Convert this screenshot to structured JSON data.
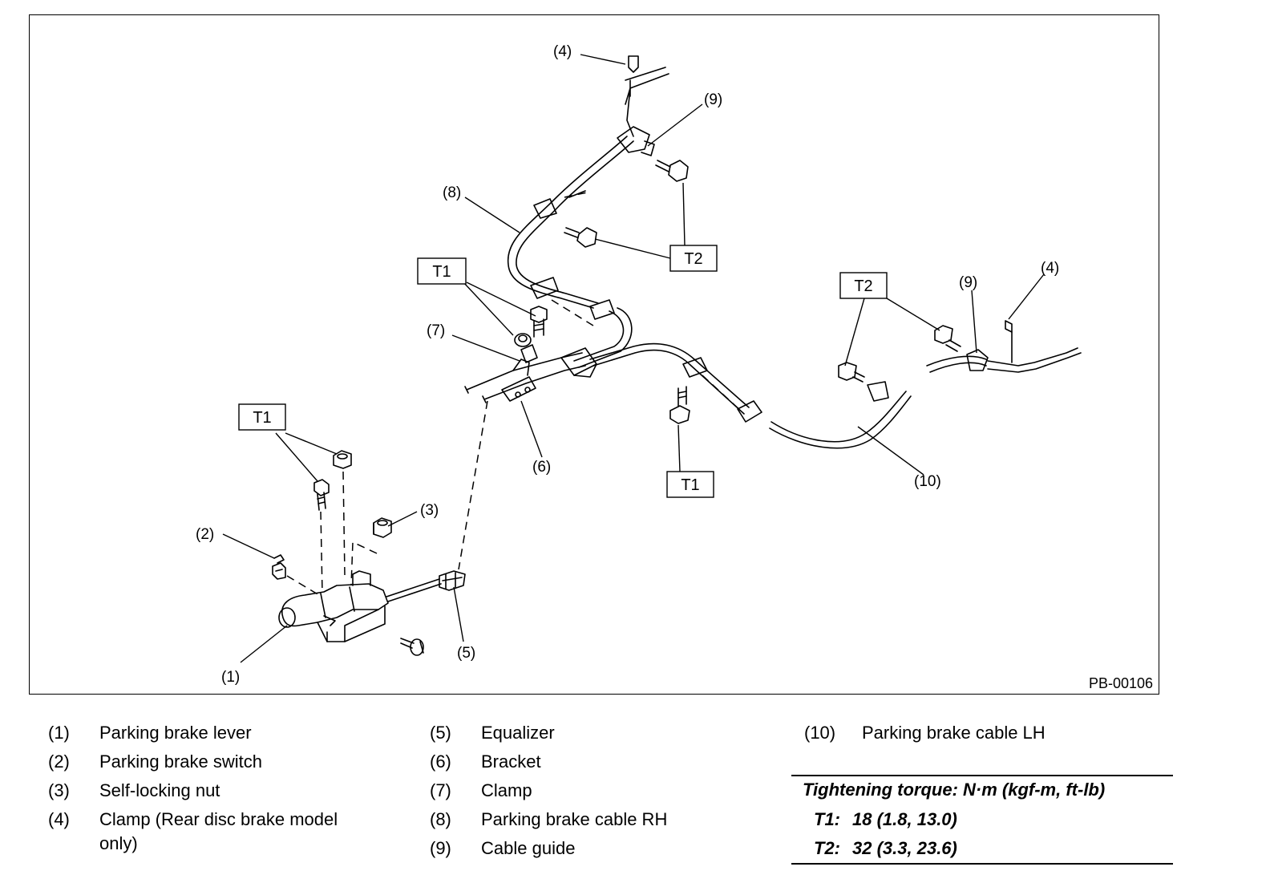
{
  "diagram": {
    "drawing_id": "PB-00106",
    "callouts": {
      "c1": "(1)",
      "c2": "(2)",
      "c3": "(3)",
      "c4a": "(4)",
      "c4b": "(4)",
      "c5": "(5)",
      "c6": "(6)",
      "c7": "(7)",
      "c8": "(8)",
      "c9a": "(9)",
      "c9b": "(9)",
      "c10": "(10)"
    },
    "torque_tags": {
      "t1_left": "T1",
      "t1_center": "T1",
      "t1_bottom": "T1",
      "t2_top": "T2",
      "t2_right": "T2"
    }
  },
  "legend": {
    "items": [
      {
        "num": "(1)",
        "text": "Parking brake lever"
      },
      {
        "num": "(2)",
        "text": "Parking brake switch"
      },
      {
        "num": "(3)",
        "text": "Self-locking nut"
      },
      {
        "num": "(4)",
        "text": "Clamp (Rear disc brake model only)"
      },
      {
        "num": "(5)",
        "text": "Equalizer"
      },
      {
        "num": "(6)",
        "text": "Bracket"
      },
      {
        "num": "(7)",
        "text": "Clamp"
      },
      {
        "num": "(8)",
        "text": "Parking brake cable RH"
      },
      {
        "num": "(9)",
        "text": "Cable guide"
      },
      {
        "num": "(10)",
        "text": "Parking brake cable LH"
      }
    ]
  },
  "torque": {
    "heading": "Tightening torque: N·m (kgf-m, ft-lb)",
    "rows": [
      {
        "key": "T1:",
        "value": "18 (1.8, 13.0)"
      },
      {
        "key": "T2:",
        "value": "32 (3.3, 23.6)"
      }
    ]
  }
}
